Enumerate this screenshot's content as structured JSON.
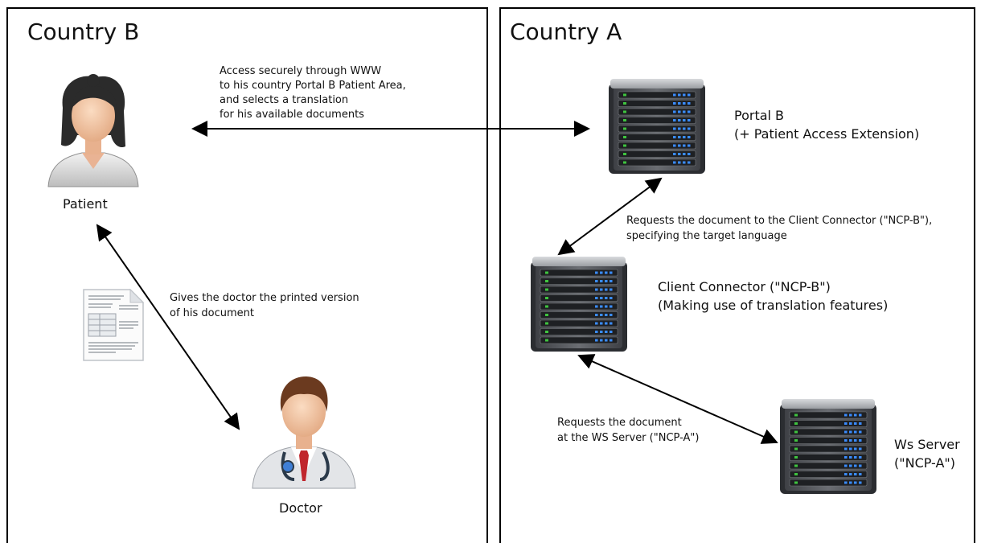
{
  "panels": {
    "country_b": "Country B",
    "country_a": "Country A"
  },
  "nodes": {
    "patient": "Patient",
    "doctor": "Doctor",
    "portal_b": {
      "line1": "Portal B",
      "line2": "(+ Patient Access Extension)"
    },
    "client_connector": {
      "line1": "Client Connector (\"NCP-B\")",
      "line2": "(Making use of translation features)"
    },
    "ws_server": {
      "line1": "Ws Server",
      "line2": "(\"NCP-A\")"
    }
  },
  "edges": {
    "patient_portal": [
      "Access securely through WWW",
      "to his country Portal B Patient Area,",
      "and selects a translation",
      "for his available documents"
    ],
    "patient_doctor": [
      "Gives the doctor the printed version",
      "of his document"
    ],
    "portal_connector": [
      "Requests the document to the Client Connector (\"NCP-B\"),",
      "specifying the target language"
    ],
    "connector_ws": [
      "Requests the document",
      "at the WS Server (\"NCP-A\")"
    ]
  },
  "icons": {
    "patient": "patient-avatar-icon",
    "doctor": "doctor-avatar-icon",
    "document": "printed-document-icon",
    "server": "server-rack-icon"
  },
  "colors": {
    "line": "#000000",
    "server_body": "#5a5d62",
    "server_led_green": "#3fc43f",
    "server_led_blue": "#3a8cff",
    "skin": "#f3c9a8",
    "hair_patient": "#2b2b2b",
    "hair_doctor": "#6b3a1f",
    "coat": "#e3e5e8",
    "tie": "#c0262d"
  }
}
